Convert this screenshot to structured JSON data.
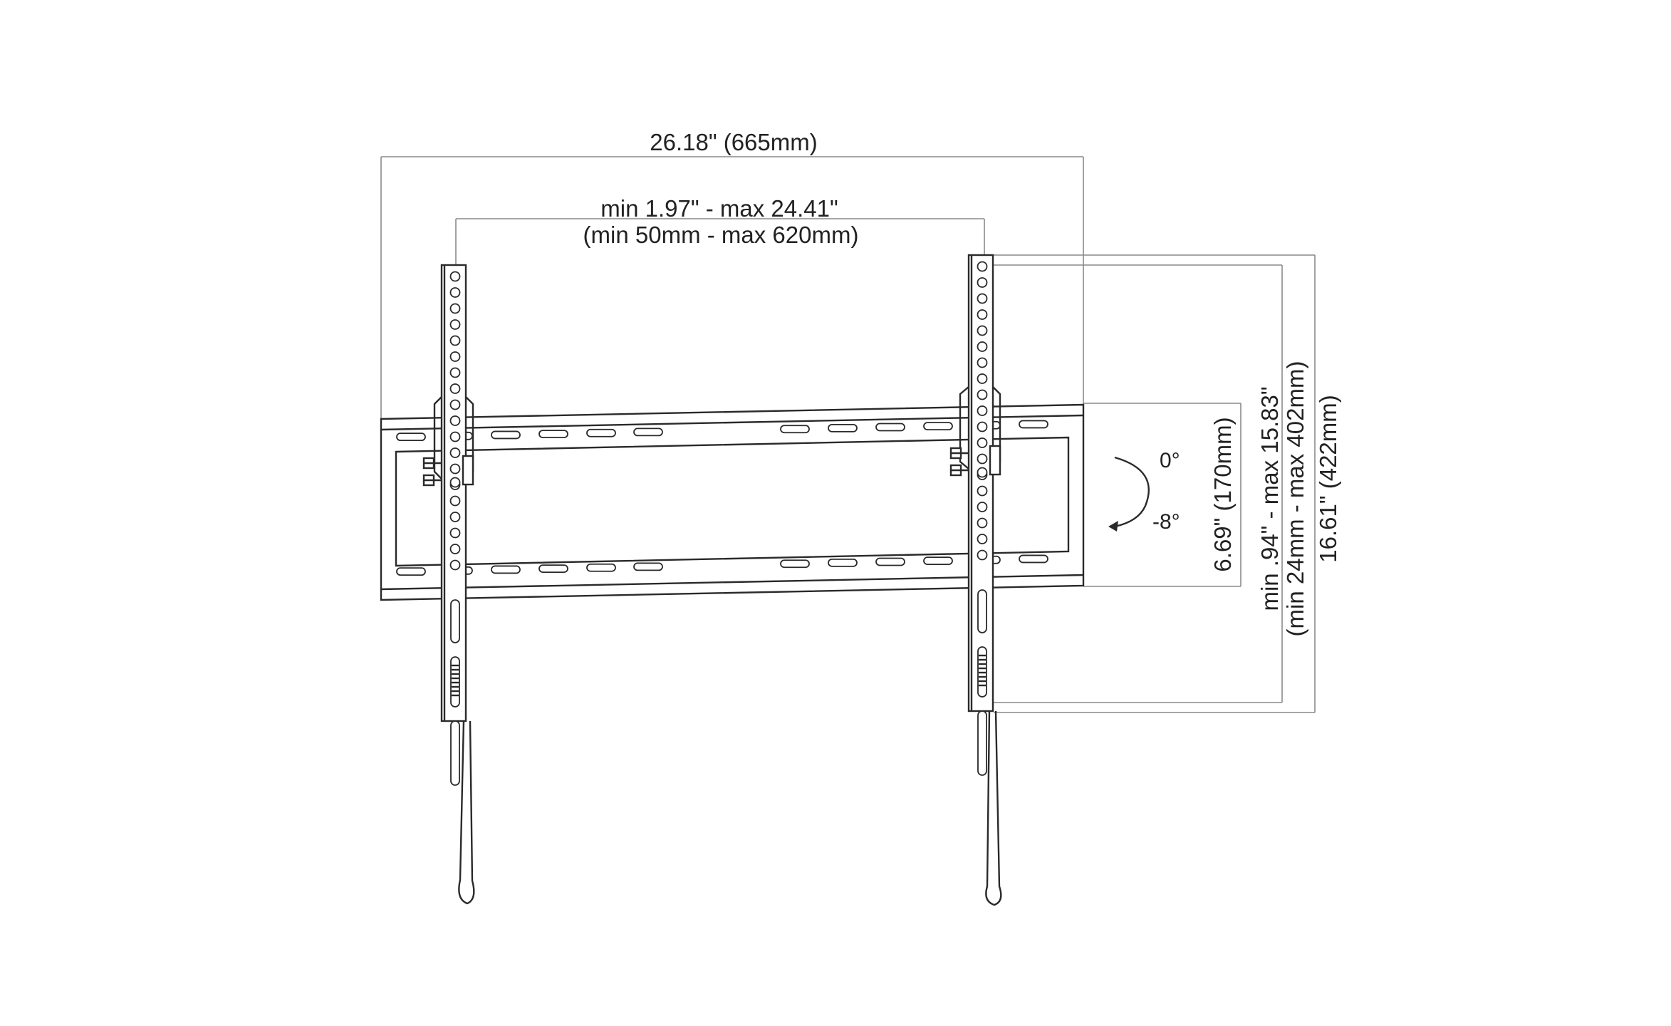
{
  "dimensions": {
    "overall_width": "26.18\" (665mm)",
    "arm_spacing_imperial": "min 1.97\" - max 24.41\"",
    "arm_spacing_metric": "(min 50mm - max 620mm)",
    "plate_height": "6.69\" (170mm)",
    "vertical_range_imperial": "min .94\" - max 15.83\"",
    "vertical_range_metric": "(min 24mm - max 402mm)",
    "overall_height": "16.61\" (422mm)"
  },
  "tilt": {
    "upper_angle": "0°",
    "lower_angle": "-8°"
  },
  "colors": {
    "line": "#2a2a2a",
    "dimension_line": "#8a8a8a",
    "text": "#222222",
    "background": "#ffffff"
  }
}
